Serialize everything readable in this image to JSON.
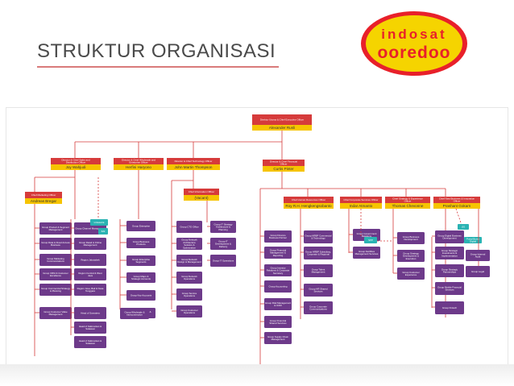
{
  "slide": {
    "title": "STRUKTUR ORGANISASI"
  },
  "logo": {
    "line1": "indosat",
    "line2": "ooredoo",
    "colors": {
      "background": "#f5d400",
      "ring": "#e8202a",
      "text": "#e8202a"
    }
  },
  "colors": {
    "red": "#d63b3b",
    "yellow": "#f6c400",
    "purple": "#6d3a8a",
    "teal": "#2bb3b3",
    "line": "#d63b3b"
  },
  "org": {
    "ceo": {
      "title": "Direktur Utama & Chief Executive Officer",
      "name": "Alexander Rusli"
    },
    "directors": [
      {
        "title": "Director & Chief Sales and Distribution Officer",
        "name": "Joy Wahjudi"
      },
      {
        "title": "Director & Chief Wholesale and Enterprise Officer",
        "name": "Herfini Haryono"
      },
      {
        "title": "Director & Chief Technology Officer",
        "name": "John Martin Thompson"
      },
      {
        "title": "Director & Chief Financial Officer",
        "name": "Curtis Pinter"
      }
    ],
    "chiefs": [
      {
        "title": "Chief Marketing Officer",
        "name": "Andreas Bregar"
      },
      {
        "title": "Chief Information Officer",
        "name": "(Vacant)"
      },
      {
        "title": "Chief Human Resources Officer",
        "name": "Roy R.H. Hengkengsobanto"
      },
      {
        "title": "Chief Corporate Services Officer",
        "name": "Indar Atmanto"
      },
      {
        "title": "Chief Strategy & Experience Officer",
        "name": "Thomas Chevonne"
      },
      {
        "title": "Chief New Business & Innovation Officer",
        "name": "Prashant Gokarn"
      }
    ],
    "small_labels": {
      "loyalty": "Lintasarta",
      "im2": "IM2",
      "spp": "SPP",
      "ijg": "IJG",
      "portal": "Portal Bursa Digital"
    },
    "groups": {
      "marketing": [
        "Group Product & Segment Management",
        "Group Data & Fixed Access Business",
        "Group Marketing Communications",
        "Group CRM & Customer Excellence",
        "Group Commercial Strategy & Planning",
        "Group Customer Value Management"
      ],
      "sales": [
        "Group Channel Management",
        "Group Retail & Online Management",
        "Region Jabotabek",
        "Region Central & West Java",
        "Region Java, Bali & Nusa Tenggara",
        "Head of Sumatera",
        "Head of Kalimantan & Sulawesi"
      ],
      "wholesale": [
        "Group Enterprise",
        "Group Business Products",
        "Group Enterprise Segments",
        "Group Major & Strategic Accounts",
        "Group Key Accounts",
        "Group Wholesale & Interconnection"
      ],
      "technology": [
        "Group CTO Office",
        "Group Network Architecture Solution & Optimization",
        "Group Network Design & Management",
        "Group Network Operations",
        "Group Service Operations",
        "Group Customer Operations"
      ],
      "information": [
        "Group IT Strategy Architecture & Planning",
        "Group IT Development & Delivery",
        "Group IT Operations"
      ],
      "finance": [
        "Group Finance Business Partner",
        "Group Financial Management & Reporting",
        "Group Investor Relations & Corporate Secretary",
        "Group Accounting",
        "Group Risk Management & ICFR",
        "Group Financial Shared Services",
        "Group Supply Chain Management"
      ],
      "hr": [
        "Group HRBP Commercial & Technology",
        "Group HRBP Subsidiary, Corporate & Regional",
        "Group Talent Management",
        "Group HR Shared Services",
        "Group Corporate Communications"
      ],
      "corporate": [
        "Group Government Relations",
        "Group Facilities Management Services"
      ],
      "strategy": [
        "Group Business Development",
        "Group Strategy Development & Execution",
        "Group Customer Experience"
      ],
      "newbiz": [
        "Group Digital Business Development",
        "Group Strategic Investments & Implementation",
        "Group Strategic Partnerships",
        "Group Mobile Financial Services",
        "Group Fintech"
      ],
      "audit": [
        "Group Internal Audit",
        "Group Legal"
      ]
    }
  }
}
